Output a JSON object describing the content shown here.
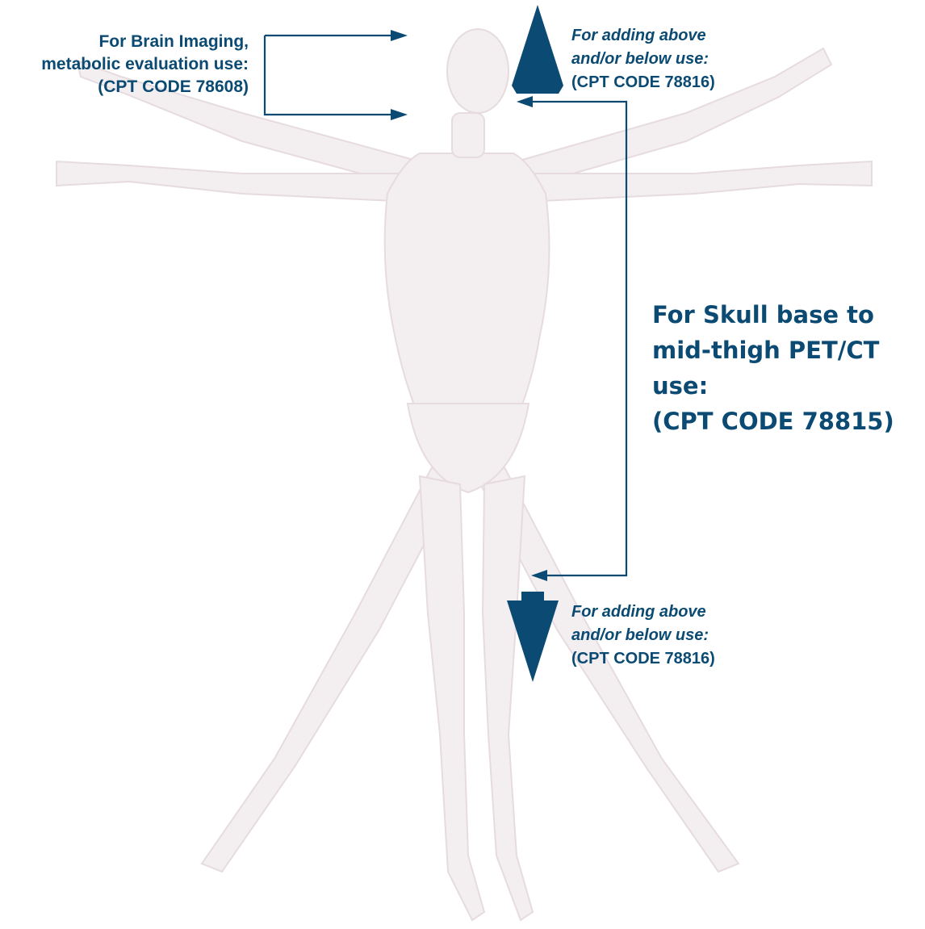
{
  "colors": {
    "accent": "#0b4a72",
    "body_fill": "#f3eef0",
    "body_stroke": "#e4d8dd"
  },
  "labels": {
    "brain": {
      "line1": "For Brain Imaging,",
      "line2": "metabolic evaluation use:",
      "line3": "(CPT CODE 78608)"
    },
    "above": {
      "line1": "For adding above",
      "line2": "and/or below use:",
      "line3": "(CPT CODE 78816)"
    },
    "skull_base": {
      "line1": "For Skull base to",
      "line2": "mid-thigh PET/CT use:",
      "line3": "(CPT CODE 78815)"
    },
    "below": {
      "line1": "For adding above",
      "line2": "and/or below use:",
      "line3": "(CPT CODE 78816)"
    }
  },
  "icons": [
    "up-arrow-icon",
    "down-arrow-icon",
    "human-anatomy-figure"
  ]
}
